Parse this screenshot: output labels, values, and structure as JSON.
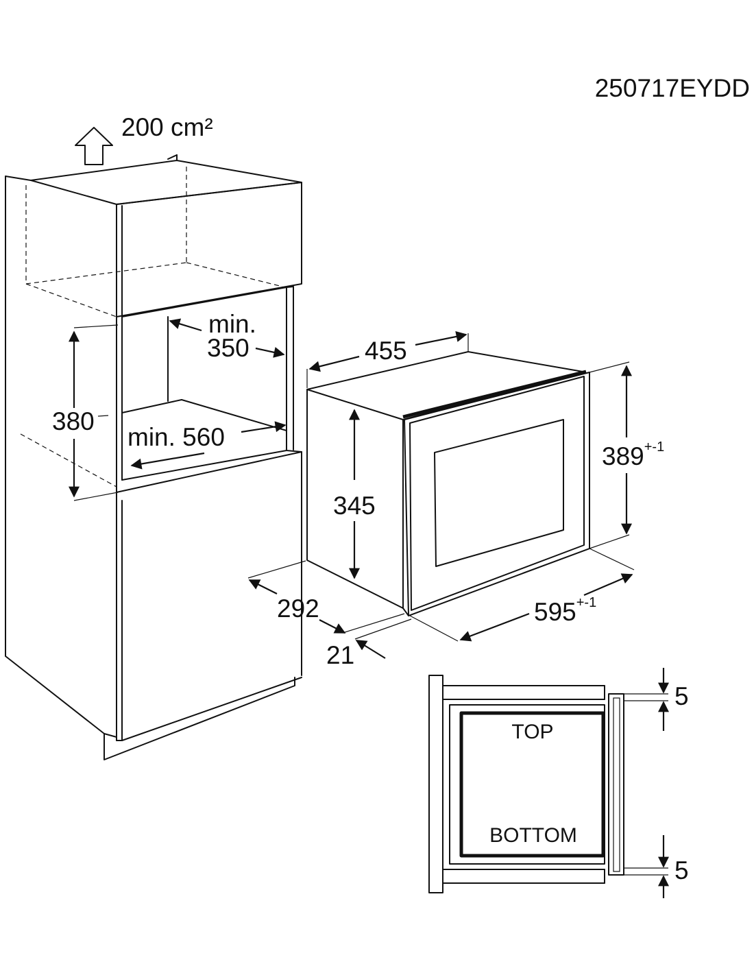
{
  "document_code": "250717EYDD",
  "ventilation": {
    "label": "200 cm²",
    "icon": "arrow-up-outline-icon"
  },
  "cabinet": {
    "niche_height": "380",
    "niche_min_depth_prefix": "min.",
    "niche_min_depth_value": "350",
    "niche_min_width": "min. 560"
  },
  "appliance": {
    "top_depth": "455",
    "height_body": "345",
    "height_total": "389",
    "height_total_tolerance": "+-1",
    "width_total": "595",
    "width_total_tolerance": "+-1",
    "depth_body": "292",
    "frame_depth": "21"
  },
  "installation_detail": {
    "top_label": "TOP",
    "bottom_label": "BOTTOM",
    "top_gap": "5",
    "bottom_gap": "5"
  }
}
